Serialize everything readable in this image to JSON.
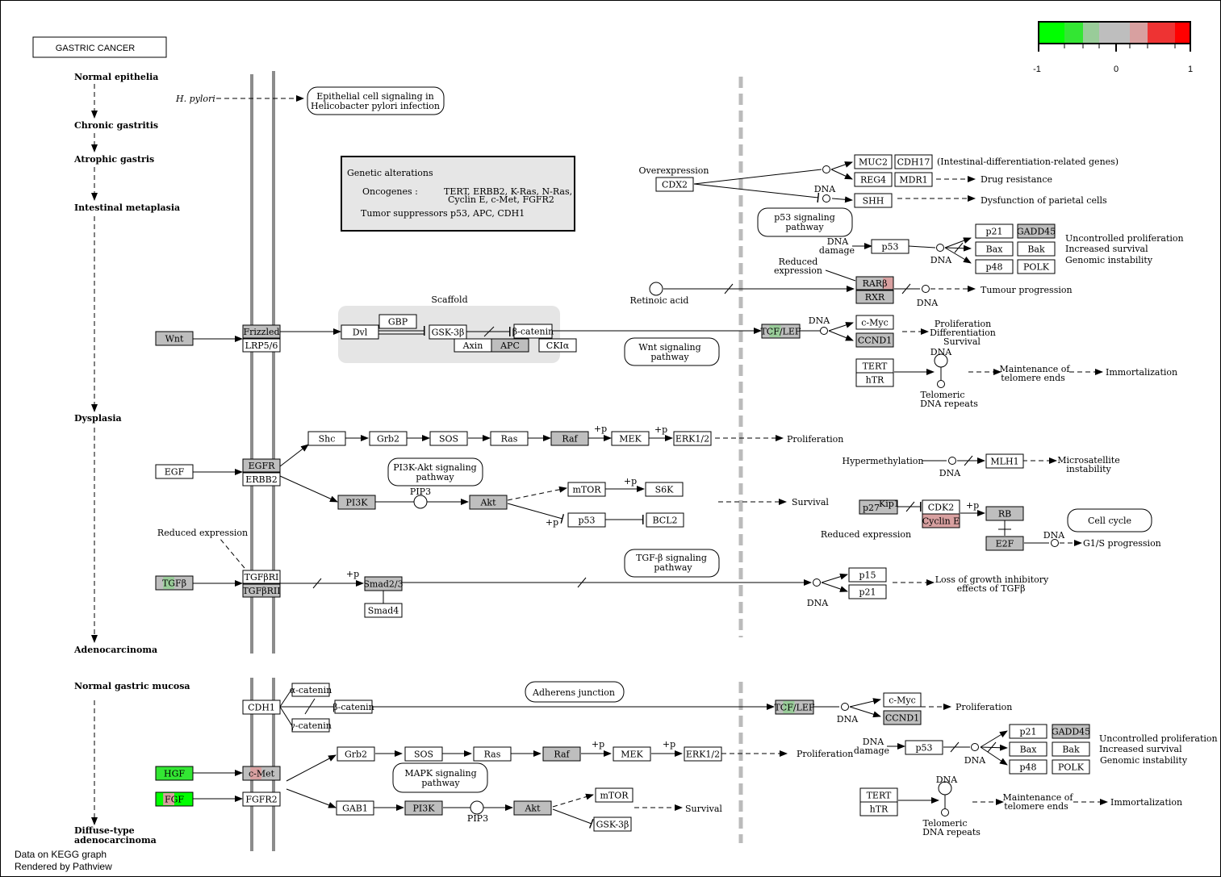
{
  "title": "GASTRIC CANCER",
  "colors": {
    "gray": "#bebebe",
    "box_stroke": "#000000",
    "green_strong": "#00ff00",
    "green_mid": "#33e633",
    "green_light": "#99cc99",
    "red_light": "#d8a0a0",
    "red_mid": "#ee3333",
    "red_strong": "#ff0000",
    "membrane": "#8c8c8c",
    "nucleus_line": "#bbbbbb",
    "scaffold": "#e5e5e5",
    "genetic_box": "#e6e6e6"
  },
  "legend": {
    "min_label": "-1",
    "mid_label": "0",
    "max_label": "1"
  },
  "stages_top": [
    "Normal epithelia",
    "Chronic gastritis",
    "Atrophic gastris",
    "Intestinal metaplasia",
    "Dysplasia",
    "Adenocarcinoma"
  ],
  "stages_bottom": [
    "Normal gastric mucosa",
    "Diffuse-type",
    "adenocarcinoma"
  ],
  "genetic": {
    "heading": "Genetic alterations",
    "onc_label": "Oncogenes :",
    "onc_line1": "TERT, ERBB2, K-Ras, N-Ras,",
    "onc_line2": "Cyclin E, c-Met, FGFR2",
    "ts_label": "Tumor suppressors :",
    "ts_value": "p53, APC, CDH1"
  },
  "pathways": {
    "hpylori_1": "Epithelial cell signaling in",
    "hpylori_2": "Helicobacter pylori infection",
    "p53_1": "p53 signaling",
    "p53_2": "pathway",
    "wnt_1": "Wnt signaling",
    "wnt_2": "pathway",
    "pi3k_1": "PI3K-Akt signaling",
    "pi3k_2": "pathway",
    "tgfb_1": "TGF-β signaling",
    "tgfb_2": "pathway",
    "cellcycle": "Cell cycle",
    "adherens": "Adherens junction",
    "mapk_1": "MAPK signaling",
    "mapk_2": "pathway"
  },
  "labels": {
    "hpylori": "H. pylori",
    "scaffold": "Scaffold",
    "overexpression": "Overexpression",
    "dna": "DNA",
    "dna_damage_1": "DNA",
    "dna_damage_2": "damage",
    "reduced_expr_1": "Reduced",
    "reduced_expr_2": "expression",
    "reduced_expression": "Reduced expression",
    "retinoic": "Retinoic acid",
    "pip3": "PIP3",
    "plus_p": "+p",
    "hypermethylation": "Hypermethylation",
    "telomeric_1": "Telomeric",
    "telomeric_2": "DNA repeats"
  },
  "outcomes": {
    "intestinal_diff": "(Intestinal-differentiation-related genes)",
    "drug_res": "Drug resistance",
    "dysfunction": "Dysfunction of parietal cells",
    "uncontrolled": "Uncontrolled proliferation",
    "survival_inc": "Increased survival",
    "genomic": "Genomic instability",
    "tumour": "Tumour progression",
    "proliferation": "Proliferation",
    "differentiation": "Differentiation",
    "survival": "Survival",
    "maintenance_1": "Maintenance of",
    "maintenance_2": "telomere ends",
    "immortalization": "Immortalization",
    "microsat_1": "Microsatellite",
    "microsat_2": "instability",
    "g1s": "G1/S progression",
    "loss_1": "Loss of growth inhibitory",
    "loss_2": "effects of TGFβ"
  },
  "genes": {
    "wnt": "Wnt",
    "frizzled": "Frizzled",
    "lrp56": "LRP5/6",
    "dvl": "Dvl",
    "gbp": "GBP",
    "gsk3b": "GSK-3β",
    "bcatenin": "β-catenin",
    "axin": "Axin",
    "apc": "APC",
    "ckia": "CKIα",
    "tcflef": "TCF/LEF",
    "cmyc": "c-Myc",
    "ccnd1": "CCND1",
    "tert": "TERT",
    "htr": "hTR",
    "muc2": "MUC2",
    "cdh17": "CDH17",
    "reg4": "REG4",
    "mdr1": "MDR1",
    "shh": "SHH",
    "cdx2": "CDX2",
    "p53": "p53",
    "p21": "p21",
    "gadd45": "GADD45",
    "bax": "Bax",
    "bak": "Bak",
    "p48": "p48",
    "polk": "POLK",
    "rarb": "RARβ",
    "rxr": "RXR",
    "egf": "EGF",
    "egfr": "EGFR",
    "erbb2": "ERBB2",
    "shc": "Shc",
    "grb2": "Grb2",
    "sos": "SOS",
    "ras": "Ras",
    "raf": "Raf",
    "mek": "MEK",
    "erk": "ERK1/2",
    "pi3k": "PI3K",
    "akt": "Akt",
    "mtor": "mTOR",
    "s6k": "S6K",
    "bcl2": "BCL2",
    "mlh1": "MLH1",
    "p27": "p27",
    "kip1": "Kip1",
    "cdk2": "CDK2",
    "cycline": "Cyclin E",
    "rb": "RB",
    "e2f": "E2F",
    "tgfb": "TGFβ",
    "tgfbri": "TGFβRI",
    "tgfbrii": "TGFβRII",
    "smad23": "Smad2/3",
    "smad4": "Smad4",
    "p15": "p15",
    "cdh1": "CDH1",
    "acatenin": "α-catenin",
    "gcatenin": "γ-catenin",
    "hgf": "HGF",
    "cmet": "c-Met",
    "fgf": "FGF",
    "fgfr2": "FGFR2",
    "gab1": "GAB1"
  },
  "footer": {
    "line1": "Data on KEGG graph",
    "line2": "Rendered by Pathview"
  }
}
